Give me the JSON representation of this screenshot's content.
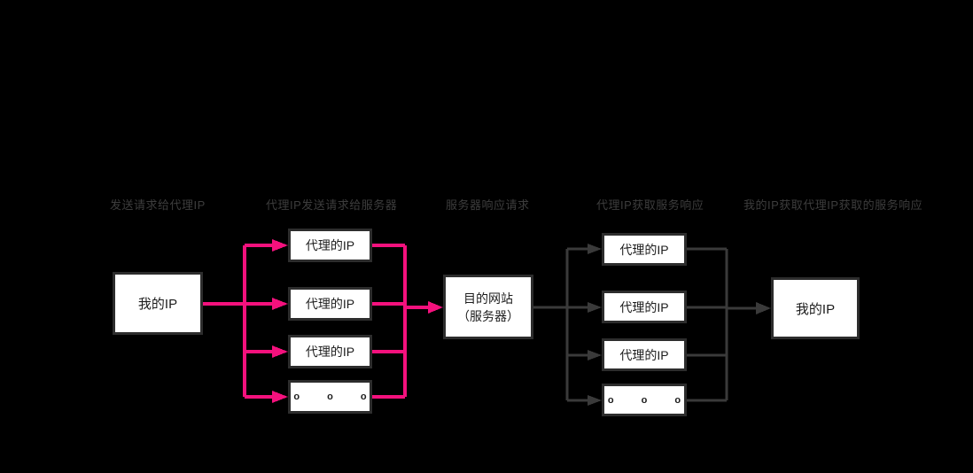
{
  "colors": {
    "request_flow": "#f4117d",
    "response_flow": "#3a3a3a",
    "box_fill": "#ffffff",
    "box_border": "#2d2d2d",
    "box_text": "#1d1d1d",
    "label_text": "#3d3d3d",
    "background": "#000000"
  },
  "stage_labels": [
    "发送请求给代理IP",
    "代理IP发送请求给服务器",
    "服务器响应请求",
    "代理IP获取服务响应",
    "我的IP获取代理IP获取的服务响应"
  ],
  "nodes": {
    "my_ip_left": "我的IP",
    "request_proxies": [
      "代理的IP",
      "代理的IP",
      "代理的IP",
      "o o o"
    ],
    "server_line1": "目的网站",
    "server_line2": "（服务器）",
    "response_proxies": [
      "代理的IP",
      "代理的IP",
      "代理的IP",
      "o o o"
    ],
    "my_ip_right": "我的IP"
  }
}
